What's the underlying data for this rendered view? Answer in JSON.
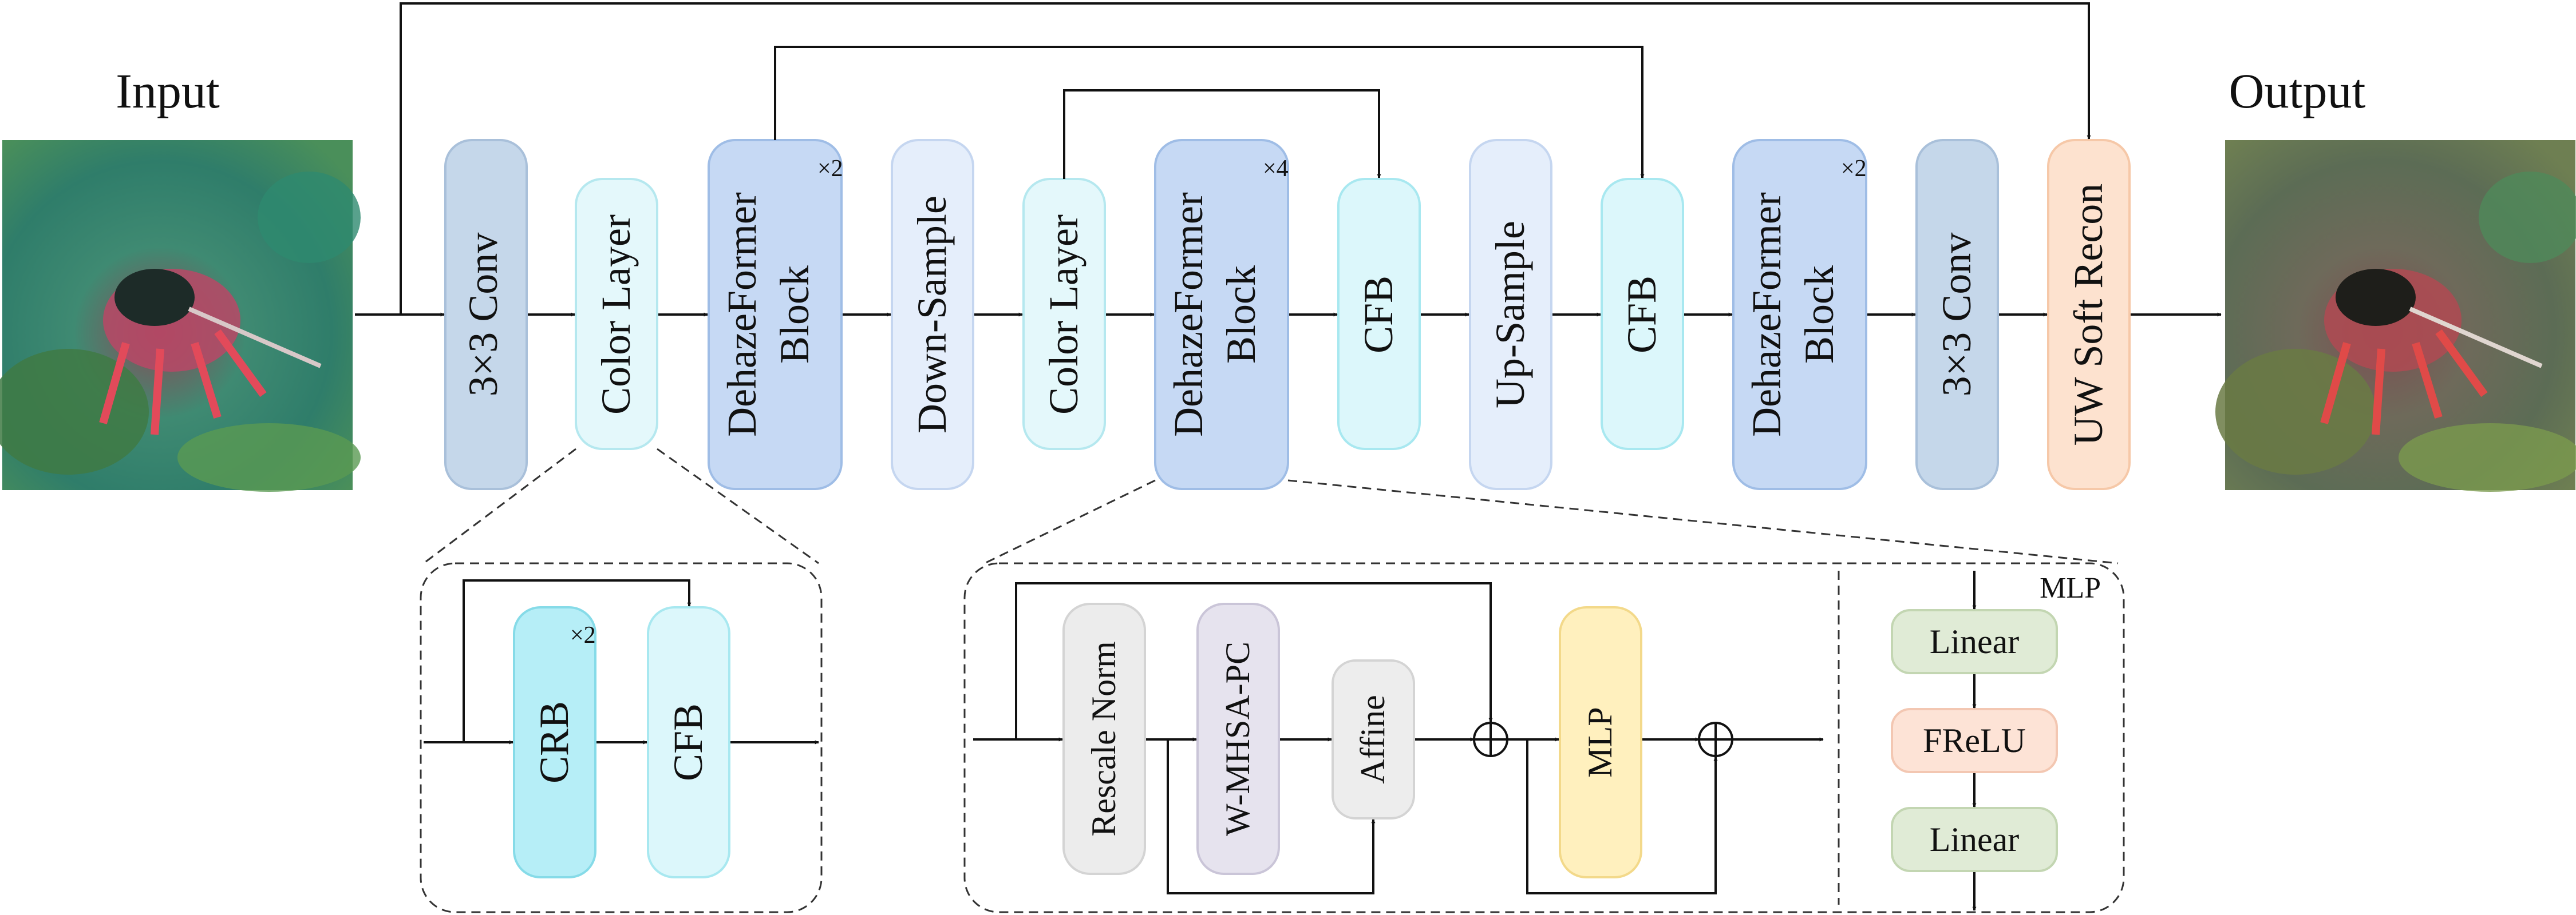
{
  "colors": {
    "conv": "#c5d7ea",
    "color_layer": "#e4f8fb",
    "dehazeformer": "#c6d9f4",
    "sample": "#e5eefb",
    "cfb": "#dcf7fb",
    "soft_recon": "#fde2cf",
    "crb": "#b6eef7",
    "rescale_norm": "#ececec",
    "wmhsa": "#e6e3ee",
    "affine": "#ededed",
    "mlp": "#fff0be",
    "linear": "#e0ebd6",
    "frelu": "#fde3d6"
  },
  "labels": {
    "input": "Input",
    "output": "Output",
    "conv1": "3×3 Conv",
    "color1": "Color Layer",
    "dhf1_line1": "DehazeFormer",
    "dhf1_line2": "Block",
    "dhf1_mult": "×2",
    "down": "Down-Sample",
    "color2": "Color Layer",
    "dhf2_line1": "DehazeFormer",
    "dhf2_line2": "Block",
    "dhf2_mult": "×4",
    "cfb1": "CFB",
    "up": "Up-Sample",
    "cfb2": "CFB",
    "dhf3_line1": "DehazeFormer",
    "dhf3_line2": "Block",
    "dhf3_mult": "×2",
    "conv2": "3×3 Conv",
    "soft_recon": "UW Soft Recon",
    "crb": "CRB",
    "crb_mult": "×2",
    "cfb_detail": "CFB",
    "rescale_norm": "Rescale Norm",
    "wmhsa": "W-MHSA-PC",
    "affine": "Affine",
    "mlp": "MLP",
    "mlp_title": "MLP",
    "linear1": "Linear",
    "frelu": "FReLU",
    "linear2": "Linear"
  },
  "images": {
    "input_icon": "underwater-input-photo",
    "output_icon": "underwater-output-photo"
  }
}
